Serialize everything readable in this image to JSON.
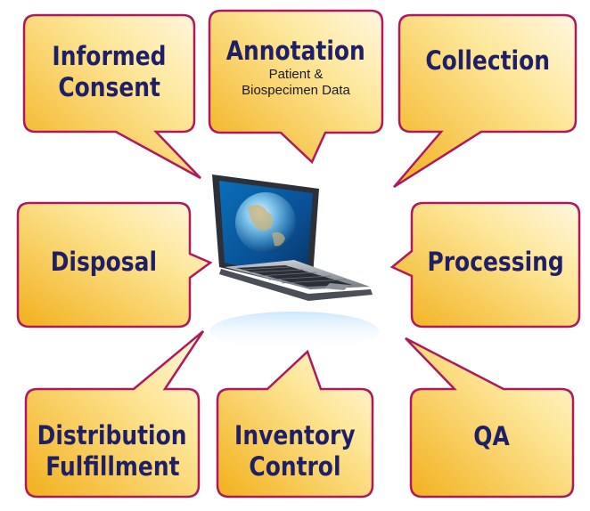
{
  "diagram": {
    "bubbles": {
      "informed_consent": {
        "line1": "Informed",
        "line2": "Consent"
      },
      "annotation": {
        "title": "Annotation",
        "sub1": "Patient &",
        "sub2": "Biospecimen Data"
      },
      "collection": {
        "label": "Collection"
      },
      "disposal": {
        "label": "Disposal"
      },
      "processing": {
        "label": "Processing"
      },
      "distribution": {
        "line1": "Distribution",
        "line2": "Fulfillment"
      },
      "inventory": {
        "line1": "Inventory",
        "line2": "Control"
      },
      "qa": {
        "label": "QA"
      }
    },
    "colors": {
      "bubble_fill_light": "#fff6dc",
      "bubble_fill_dark": "#f3b51f",
      "bubble_stroke": "#b0185c",
      "text": "#1f1f66"
    },
    "center_image": "laptop-with-globe"
  }
}
